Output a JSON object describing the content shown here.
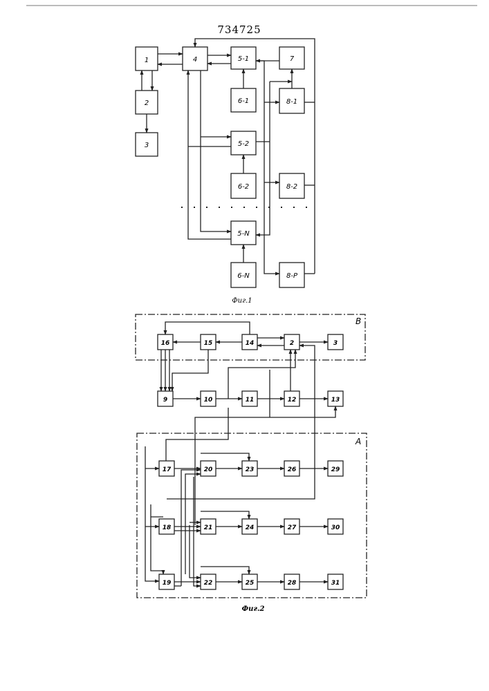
{
  "patent_number": "734725",
  "fig1": {
    "caption": "Фиг.1",
    "blocks": {
      "b1": "1",
      "b2": "2",
      "b3": "3",
      "b4": "4",
      "b5_1": "5-1",
      "b6_1": "6-1",
      "b7": "7",
      "b8_1": "8-1",
      "b5_2": "5-2",
      "b6_2": "6-2",
      "b8_2": "8-2",
      "b5_n": "5-N",
      "b6_n": "6-N",
      "b8_p": "8-P"
    }
  },
  "fig2": {
    "caption": "Фиг.2",
    "region_b": "B",
    "region_a": "A",
    "blocks": {
      "b16": "16",
      "b15": "15",
      "b14": "14",
      "b2": "2",
      "b3": "3",
      "b9": "9",
      "b10": "10",
      "b11": "11",
      "b12": "12",
      "b13": "13",
      "b17": "17",
      "b20": "20",
      "b23": "23",
      "b26": "26",
      "b29": "29",
      "b18": "18",
      "b21": "21",
      "b24": "24",
      "b27": "27",
      "b30": "30",
      "b19": "19",
      "b22": "22",
      "b25": "25",
      "b28": "28",
      "b31": "31"
    }
  }
}
